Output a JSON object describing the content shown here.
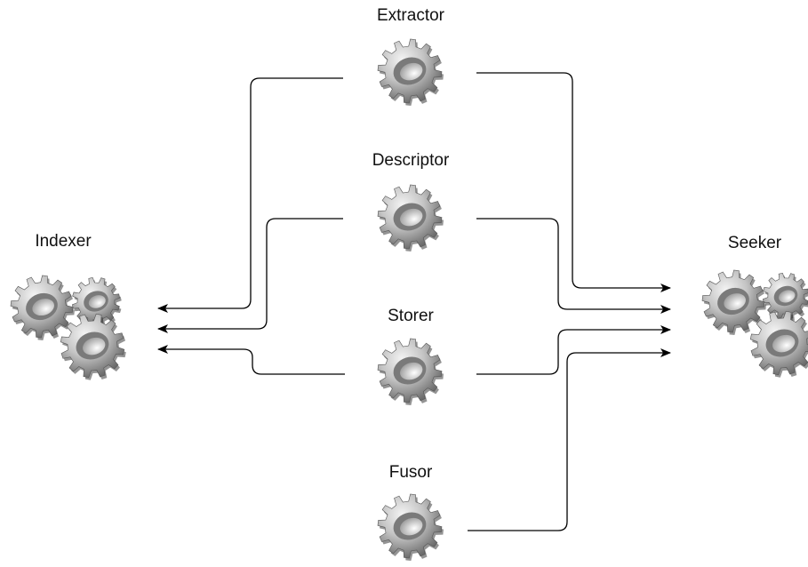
{
  "nodes": {
    "extractor": {
      "label": "Extractor",
      "icon": "gear-icon"
    },
    "descriptor": {
      "label": "Descriptor",
      "icon": "gear-icon"
    },
    "storer": {
      "label": "Storer",
      "icon": "gear-icon"
    },
    "fusor": {
      "label": "Fusor",
      "icon": "gear-icon"
    },
    "indexer": {
      "label": "Indexer",
      "icon": "gears-cluster-icon"
    },
    "seeker": {
      "label": "Seeker",
      "icon": "gears-cluster-icon"
    }
  },
  "edges": [
    {
      "from": "Extractor",
      "to": "Indexer"
    },
    {
      "from": "Descriptor",
      "to": "Indexer"
    },
    {
      "from": "Storer",
      "to": "Indexer"
    },
    {
      "from": "Extractor",
      "to": "Seeker"
    },
    {
      "from": "Descriptor",
      "to": "Seeker"
    },
    {
      "from": "Storer",
      "to": "Seeker"
    },
    {
      "from": "Fusor",
      "to": "Seeker"
    }
  ],
  "colors": {
    "line": "#000000",
    "gear_light": "#e9e9e9",
    "gear_mid": "#a9a9a9",
    "gear_dark": "#5b5b5b",
    "text": "#111111"
  }
}
